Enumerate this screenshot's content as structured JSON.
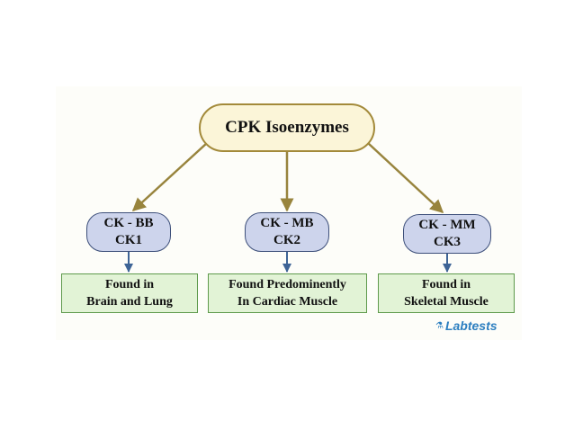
{
  "root": {
    "label": "CPK Isoenzymes"
  },
  "isoenzymes": [
    {
      "name": "CK - BB",
      "code": "CK1",
      "location_line1": "Found in",
      "location_line2": "Brain and Lung"
    },
    {
      "name": "CK - MB",
      "code": "CK2",
      "location_line1": "Found Predominently",
      "location_line2": "In Cardiac Muscle"
    },
    {
      "name": "CK - MM",
      "code": "CK3",
      "location_line1": "Found in",
      "location_line2": "Skeletal Muscle"
    }
  ],
  "logo": {
    "text": "Labtests",
    "icon": "microscope-icon"
  },
  "colors": {
    "root_fill": "#fbf5d8",
    "root_border": "#a38a3a",
    "root_arrow": "#98843d",
    "iso_fill": "#cdd4ec",
    "iso_border": "#3d4f7a",
    "iso_arrow": "#3e6496",
    "loc_fill": "#e2f3d6",
    "loc_border": "#5e9a4c",
    "logo": "#2d7fc0"
  }
}
